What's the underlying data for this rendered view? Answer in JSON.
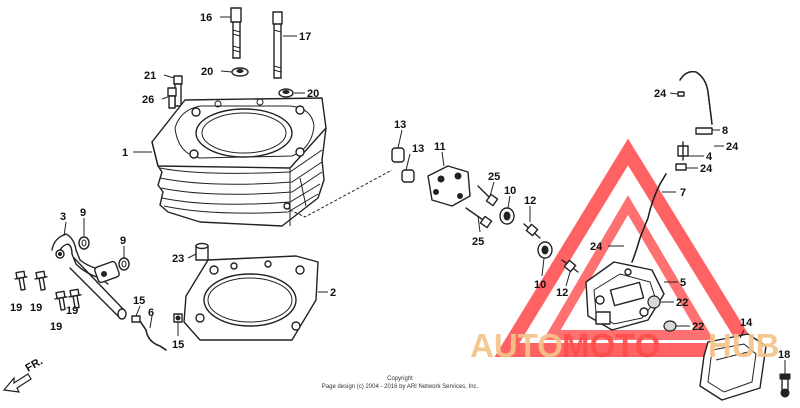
{
  "diagram": {
    "callouts": [
      {
        "id": "c16",
        "text": "16"
      },
      {
        "id": "c17",
        "text": "17"
      },
      {
        "id": "c21",
        "text": "21"
      },
      {
        "id": "c20a",
        "text": "20"
      },
      {
        "id": "c26",
        "text": "26"
      },
      {
        "id": "c20b",
        "text": "20"
      },
      {
        "id": "c1",
        "text": "1"
      },
      {
        "id": "c13a",
        "text": "13"
      },
      {
        "id": "c13b",
        "text": "13"
      },
      {
        "id": "c11",
        "text": "11"
      },
      {
        "id": "c25a",
        "text": "25"
      },
      {
        "id": "c10a",
        "text": "10"
      },
      {
        "id": "c12a",
        "text": "12"
      },
      {
        "id": "c25b",
        "text": "25"
      },
      {
        "id": "c3",
        "text": "3"
      },
      {
        "id": "c9a",
        "text": "9"
      },
      {
        "id": "c9b",
        "text": "9"
      },
      {
        "id": "c23",
        "text": "23"
      },
      {
        "id": "c2",
        "text": "2"
      },
      {
        "id": "c19a",
        "text": "19"
      },
      {
        "id": "c19b",
        "text": "19"
      },
      {
        "id": "c19c",
        "text": "19"
      },
      {
        "id": "c19d",
        "text": "19"
      },
      {
        "id": "c15a",
        "text": "15"
      },
      {
        "id": "c6",
        "text": "6"
      },
      {
        "id": "c15b",
        "text": "15"
      },
      {
        "id": "c24a",
        "text": "24"
      },
      {
        "id": "c8",
        "text": "8"
      },
      {
        "id": "c24b",
        "text": "24"
      },
      {
        "id": "c4",
        "text": "4"
      },
      {
        "id": "c24c",
        "text": "24"
      },
      {
        "id": "c7",
        "text": "7"
      },
      {
        "id": "c24d",
        "text": "24"
      },
      {
        "id": "c5",
        "text": "5"
      },
      {
        "id": "c10b",
        "text": "10"
      },
      {
        "id": "c12b",
        "text": "12"
      },
      {
        "id": "c22a",
        "text": "22"
      },
      {
        "id": "c22b",
        "text": "22"
      },
      {
        "id": "c14",
        "text": "14"
      },
      {
        "id": "c18",
        "text": "18"
      }
    ],
    "direction_label": "FR.",
    "copyright_title": "Copyright",
    "copyright_line": "Page design (c) 2004 - 2016 by ARI Network Services, Inc."
  },
  "watermark": {
    "text_left": "AUTO",
    "text_middle": "MOTO",
    "text_right": "HUB",
    "color_red": "#ff4d4d",
    "color_orange": "#f5c48a",
    "color_red_dark": "#f0443c"
  }
}
